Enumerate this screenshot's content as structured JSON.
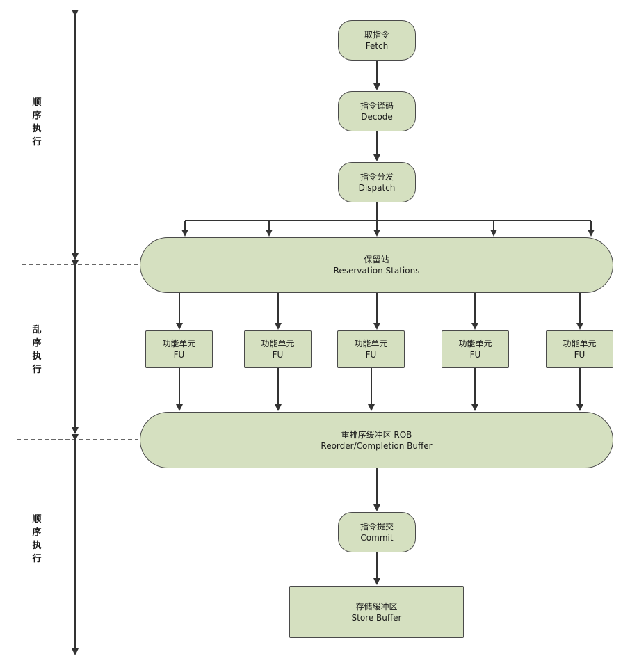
{
  "stages": {
    "fetch": {
      "zh": "取指令",
      "en": "Fetch"
    },
    "decode": {
      "zh": "指令译码",
      "en": "Decode"
    },
    "dispatch": {
      "zh": "指令分发",
      "en": "Dispatch"
    },
    "reservation": {
      "zh": "保留站",
      "en": "Reservation Stations"
    },
    "fu": [
      {
        "zh": "功能单元",
        "en": "FU"
      },
      {
        "zh": "功能单元",
        "en": "FU"
      },
      {
        "zh": "功能单元",
        "en": "FU"
      },
      {
        "zh": "功能单元",
        "en": "FU"
      },
      {
        "zh": "功能单元",
        "en": "FU"
      }
    ],
    "rob": {
      "zh": "重排序缓冲区 ROB",
      "en": "Reorder/Completion Buffer"
    },
    "commit": {
      "zh": "指令提交",
      "en": "Commit"
    },
    "store": {
      "zh": "存储缓冲区",
      "en": "Store Buffer"
    }
  },
  "sides": {
    "top": [
      "顺",
      "序",
      "执",
      "行"
    ],
    "middle": [
      "乱",
      "序",
      "执",
      "行"
    ],
    "bottom": [
      "顺",
      "序",
      "执",
      "行"
    ]
  },
  "colors": {
    "fill": "#d5e0c0",
    "stroke": "#4a4a4a"
  }
}
